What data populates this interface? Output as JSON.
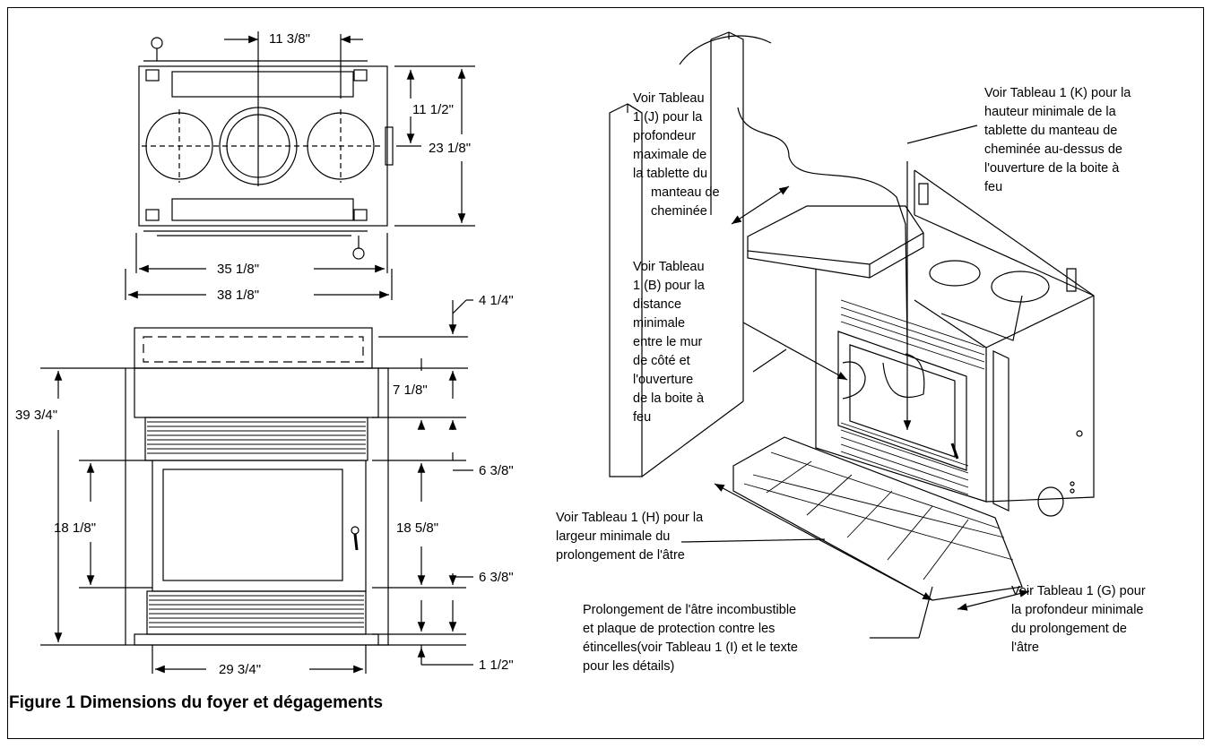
{
  "caption": "Figure 1 Dimensions du foyer et dégagements",
  "top_view": {
    "dims": {
      "pipe_spacing": "11 3/8\"",
      "depth_to_center": "11 1/2\"",
      "total_depth": "23 1/8\"",
      "body_width": "35 1/8\"",
      "overall_width": "38 1/8\""
    }
  },
  "front_view": {
    "dims": {
      "top_offset": "4 1/4\"",
      "trim_height": "7 1/8\"",
      "overall_height": "39 3/4\"",
      "upper_louver": "6 3/8\"",
      "door_height": "18 1/8\"",
      "opening_height": "18 5/8\"",
      "lower_louver": "6 3/8\"",
      "base": "1 1/2\"",
      "door_width": "29 3/4\""
    }
  },
  "annotations": {
    "mantel_depth": [
      "Voir Tableau",
      "1 (J) pour la",
      "profondeur",
      "maximale de",
      "la tablette du",
      "manteau de",
      "cheminée"
    ],
    "side_wall": [
      "Voir Tableau",
      "1 (B) pour la",
      "distance",
      "minimale",
      "entre le mur",
      "de côté et",
      "l'ouverture",
      "de la boite à",
      "feu"
    ],
    "mantel_height": [
      "Voir Tableau 1 (K) pour la",
      "hauteur minimale de la",
      "tablette du manteau de",
      "cheminée au-dessus de",
      "l'ouverture de la boite à",
      "feu"
    ],
    "hearth_width": [
      "Voir Tableau 1 (H) pour la",
      "largeur minimale du",
      "prolongement de l'âtre"
    ],
    "hearth_depth": [
      "Voir Tableau 1 (G) pour",
      "la profondeur minimale",
      "du prolongement de",
      "l'âtre"
    ],
    "hearth_pad": [
      "Prolongement de l'âtre incombustible",
      "et plaque de protection contre les",
      "étincelles(voir Tableau 1 (I) et le texte",
      "pour les détails)"
    ]
  }
}
